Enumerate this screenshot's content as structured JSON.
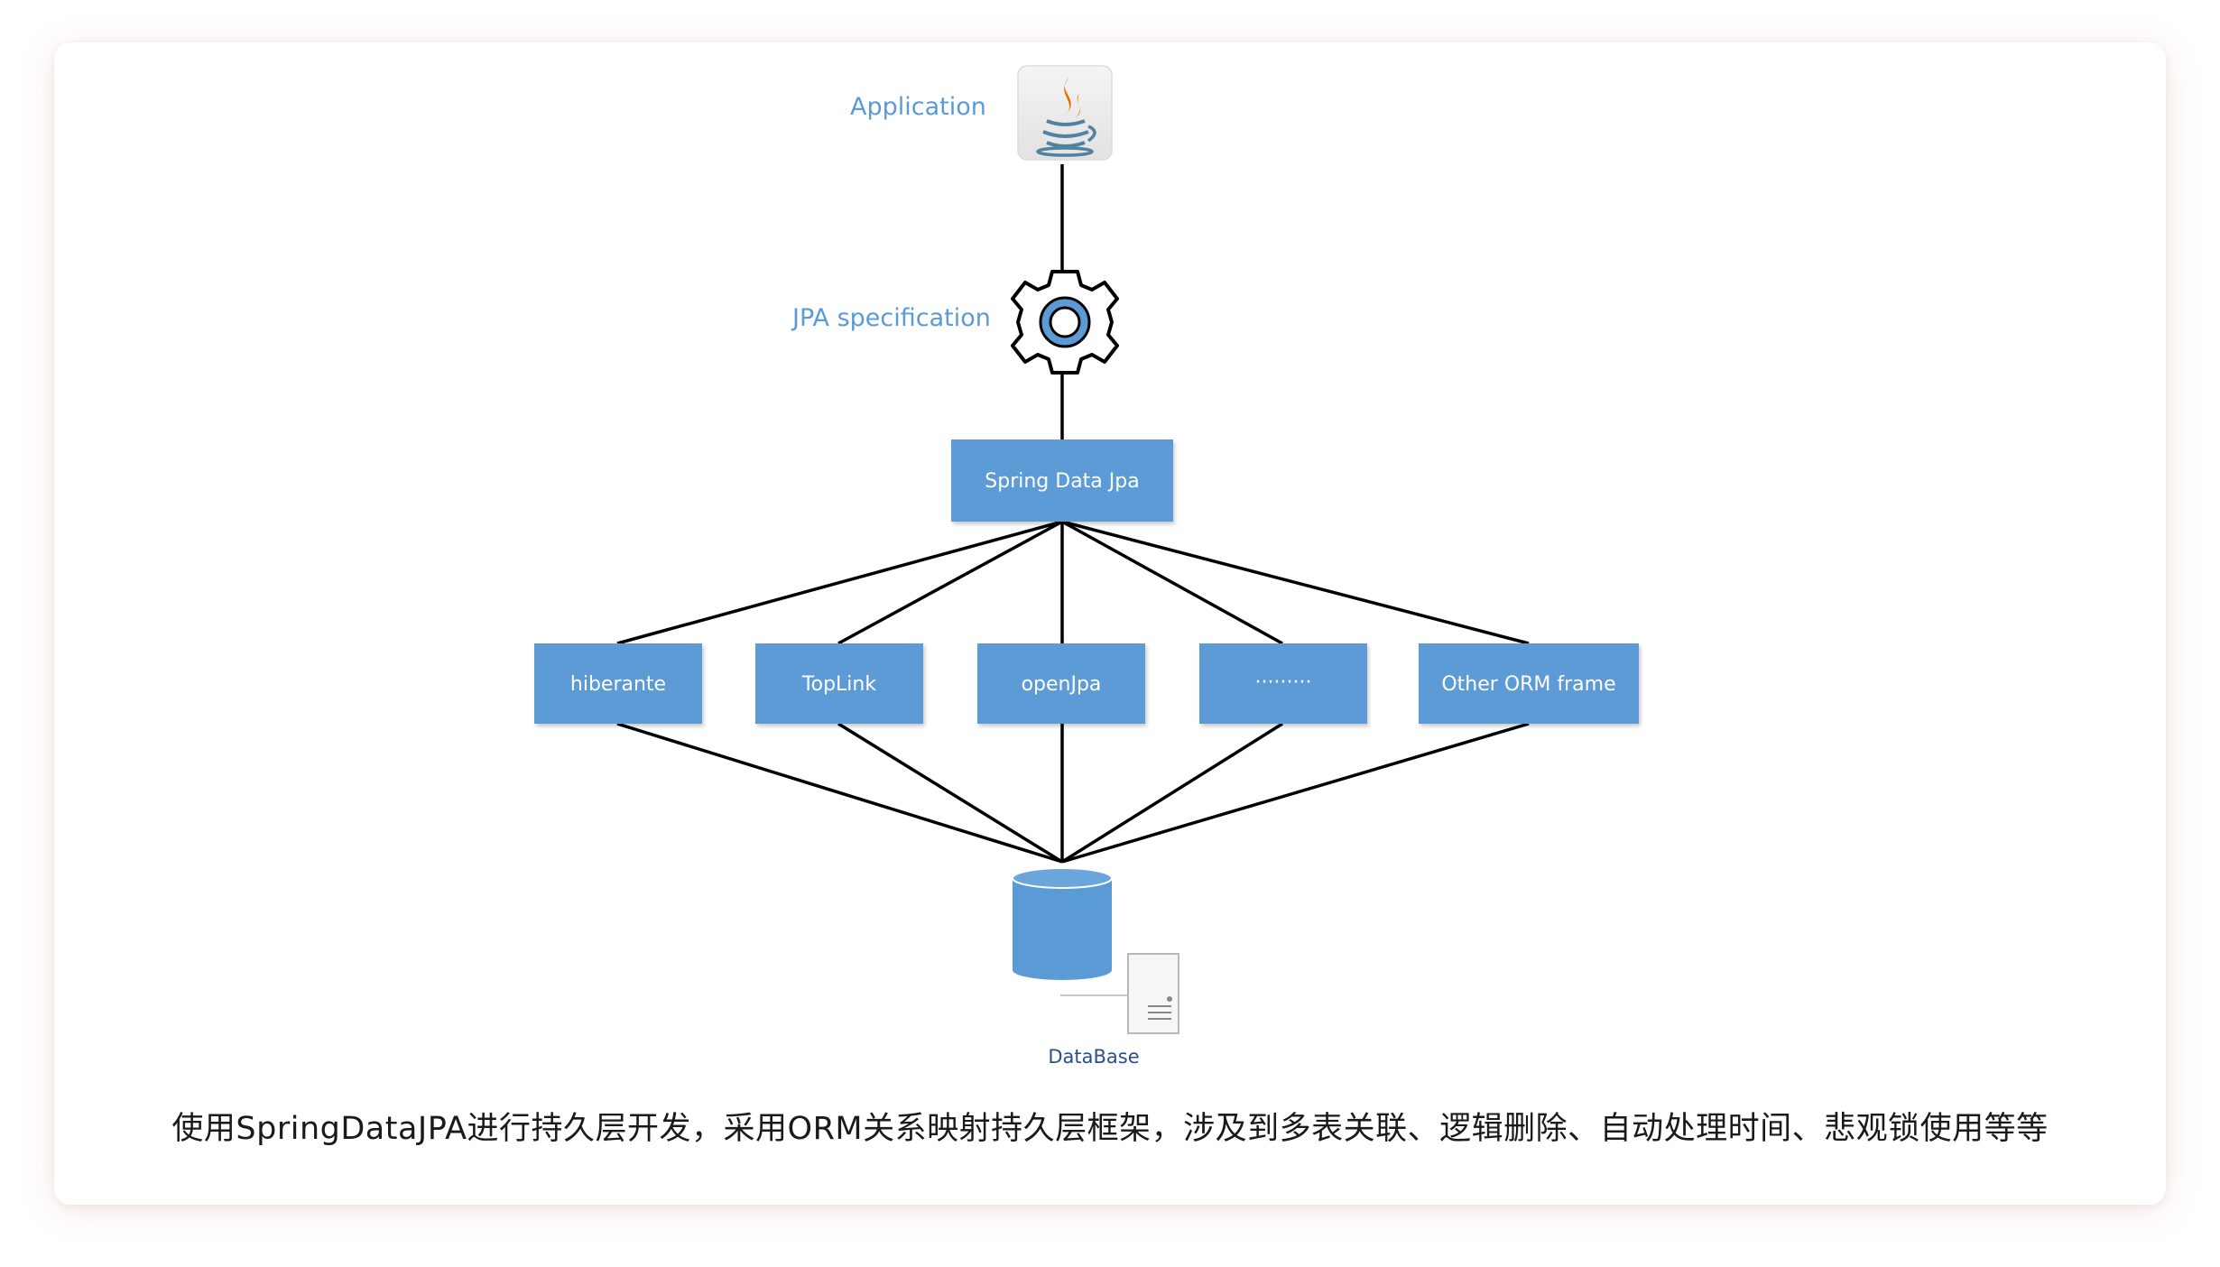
{
  "diagram": {
    "application_label": "Application",
    "jpa_label": "JPA specification",
    "spring_data_jpa": "Spring Data Jpa",
    "orm_nodes": [
      {
        "id": "hibernate",
        "label": "hiberante"
      },
      {
        "id": "toplink",
        "label": "TopLink"
      },
      {
        "id": "openjpa",
        "label": "openJpa"
      },
      {
        "id": "ellipsis",
        "label": "·········"
      },
      {
        "id": "other-orm",
        "label": "Other ORM frame"
      }
    ],
    "database_label": "DataBase",
    "colors": {
      "box_fill": "#5b9bd5",
      "label_blue": "#5b9bd5",
      "line": "#000000"
    }
  },
  "caption": "使用SpringDataJPA进行持久层开发，采用ORM关系映射持久层框架，涉及到多表关联、逻辑删除、自动处理时间、悲观锁使用等等"
}
